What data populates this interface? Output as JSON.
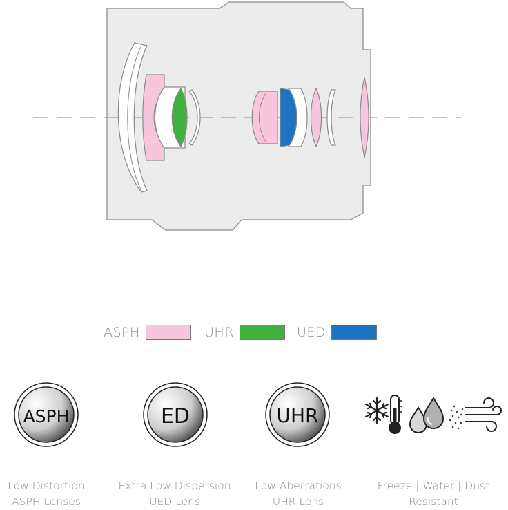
{
  "legend": {
    "items": [
      {
        "label": "ASPH",
        "color": "#f7c5dc"
      },
      {
        "label": "UHR",
        "color": "#3fb13d"
      },
      {
        "label": "UED",
        "color": "#1d72c2"
      }
    ]
  },
  "badges": [
    {
      "text": "ASPH"
    },
    {
      "text": "ED"
    },
    {
      "text": "UHR"
    }
  ],
  "features": [
    {
      "line1": "Low Distortion",
      "line2": "ASPH Lenses"
    },
    {
      "line1": "Extra Low Dispersion",
      "line2": "UED Lens"
    },
    {
      "line1": "Low Aberrations",
      "line2": "UHR Lens"
    },
    {
      "line1": "Freeze  |  Water  |  Dust",
      "line2": "Resistant"
    }
  ],
  "weather_icons": [
    "snowflake-icon",
    "thermometer-icon",
    "water-drops-icon",
    "dust-wind-icon"
  ]
}
